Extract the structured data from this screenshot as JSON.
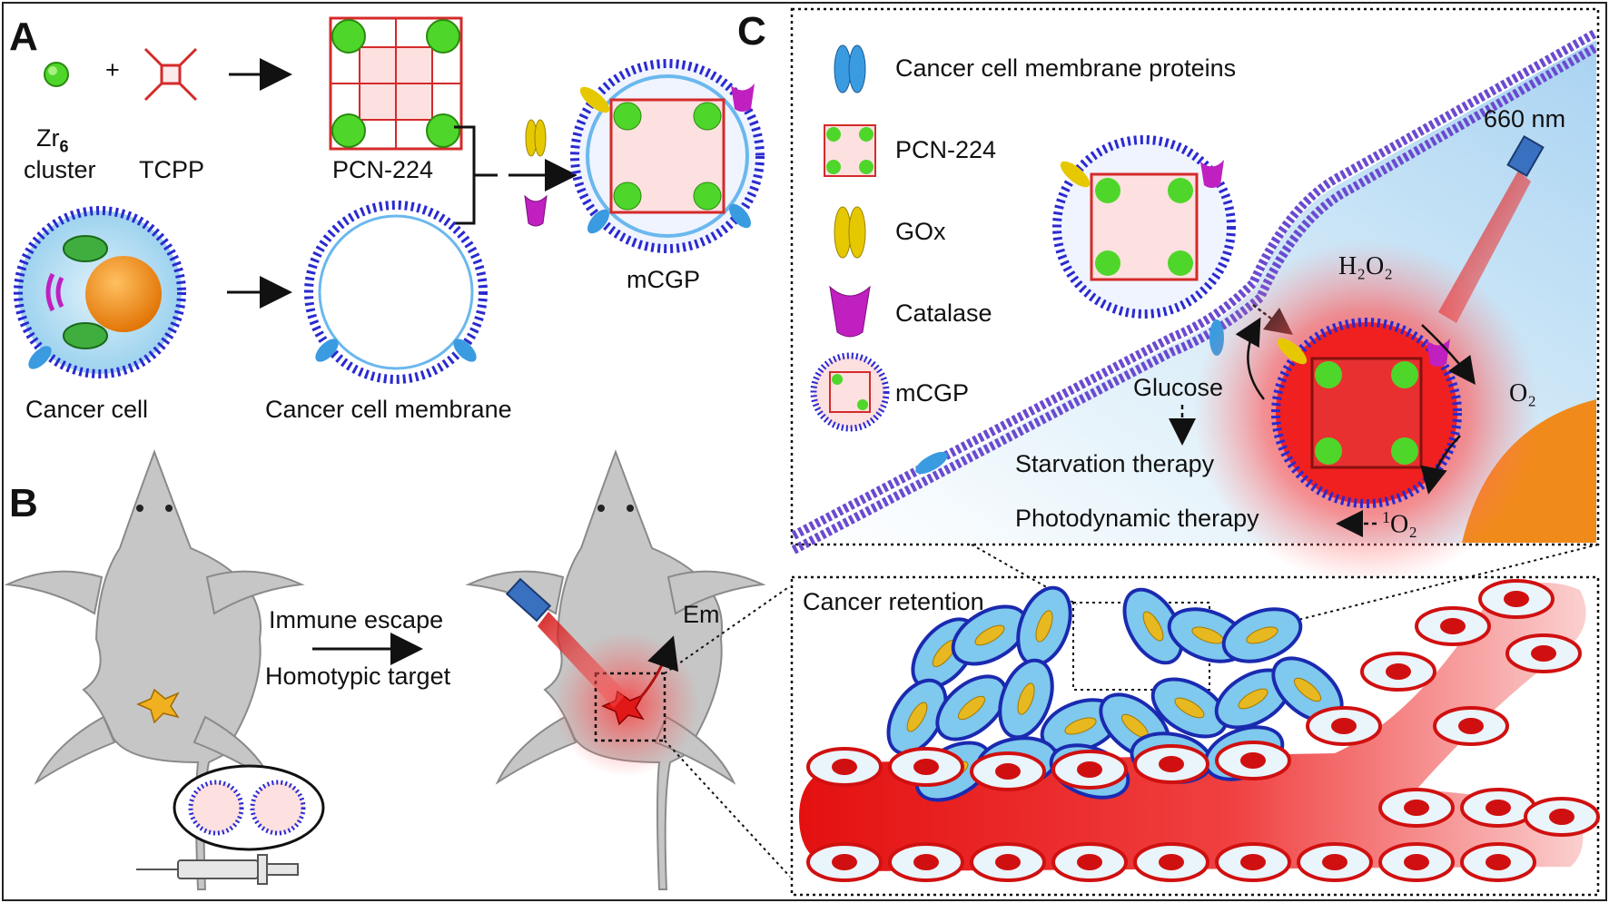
{
  "panel_a": {
    "letter": "A",
    "zr6_label_1": "Zr",
    "zr6_label_sub": "6",
    "zr6_label_2": "cluster",
    "plus": "+",
    "tcpp_label": "TCPP",
    "pcn224_label": "PCN-224",
    "mcgp_label": "mCGP",
    "cancer_cell_label": "Cancer cell",
    "membrane_label": "Cancer cell membrane"
  },
  "panel_b": {
    "letter": "B",
    "arrow_top": "Immune escape",
    "arrow_bottom": "Homotypic target",
    "em_label": "Em"
  },
  "panel_c": {
    "letter": "C",
    "legend": [
      {
        "label": "Cancer cell membrane proteins",
        "icon": "membrane-protein-icon"
      },
      {
        "label": "PCN-224",
        "icon": "pcn224-icon"
      },
      {
        "label": "GOx",
        "icon": "gox-icon"
      },
      {
        "label": "Catalase",
        "icon": "catalase-icon"
      },
      {
        "label": "mCGP",
        "icon": "mcgp-icon"
      }
    ],
    "laser_label": "660 nm",
    "h2o2": "H₂O₂",
    "o2": "O₂",
    "glucose": "Glucose",
    "starvation": "Starvation therapy",
    "photodynamic": "Photodynamic  therapy",
    "singlet_sup": "1",
    "singlet": "O₂",
    "retention": "Cancer retention"
  },
  "colors": {
    "membrane_blue": "#2a2ad0",
    "pcn_red": "#d42a2a",
    "zr_green": "#4fd62a",
    "gox_yellow": "#e6c800",
    "catalase_magenta": "#c020c0",
    "protein_blue": "#3a9be0",
    "nucleus_orange": "#f08a1a",
    "tumor_red": "#e01818",
    "mouse_gray": "#c6c6c6"
  }
}
